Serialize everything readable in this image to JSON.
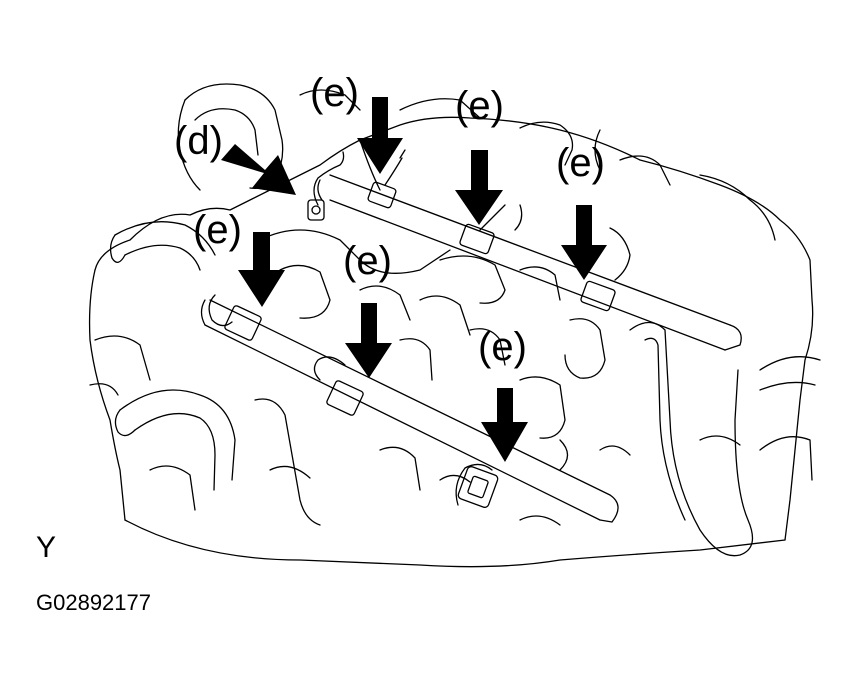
{
  "diagram": {
    "callouts": [
      {
        "id": "d",
        "text": "(d)"
      },
      {
        "id": "e1",
        "text": "(e)"
      },
      {
        "id": "e2",
        "text": "(e)"
      },
      {
        "id": "e3",
        "text": "(e)"
      },
      {
        "id": "e4",
        "text": "(e)"
      },
      {
        "id": "e5",
        "text": "(e)"
      },
      {
        "id": "e6",
        "text": "(e)"
      }
    ],
    "corner_letter": "Y",
    "figure_code": "G02892177",
    "colors": {
      "ink": "#000000",
      "background": "#ffffff"
    },
    "icons": [
      "pointer-arrow",
      "fuel-injector-connector",
      "engine-line-drawing"
    ]
  }
}
